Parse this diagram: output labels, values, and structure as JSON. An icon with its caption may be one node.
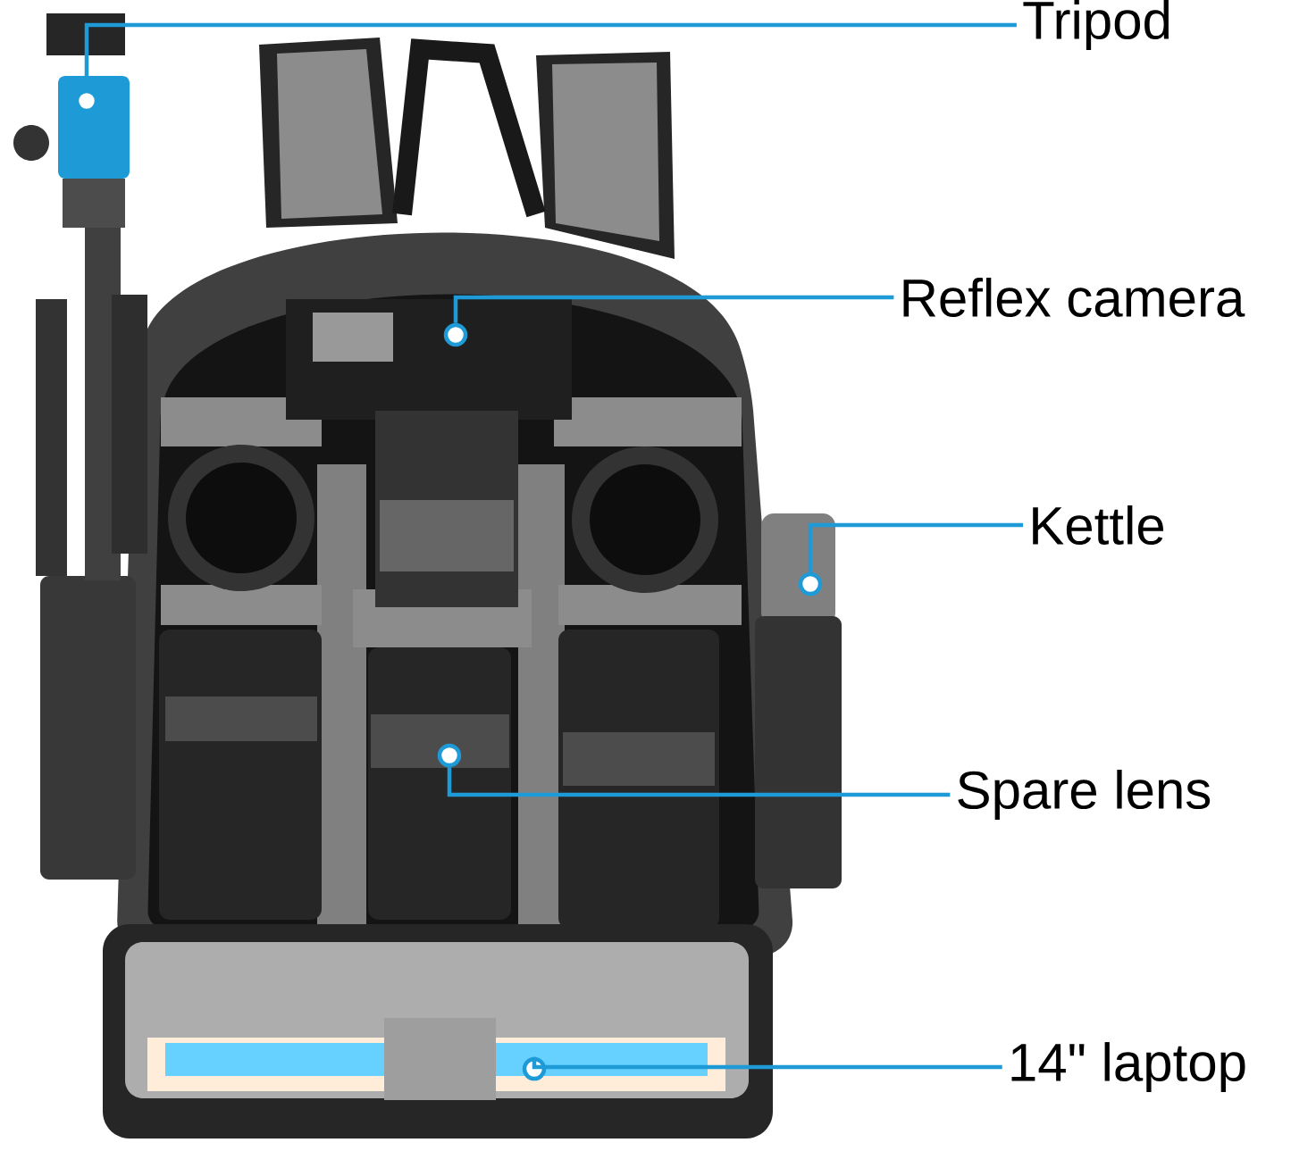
{
  "diagram": {
    "nodes": [
      {
        "text": [
          "Tripod"
        ]
      },
      {
        "text": [
          "Reflex camera"
        ]
      },
      {
        "text": [
          "Kettle"
        ]
      },
      {
        "text": [
          "Spare lens"
        ]
      },
      {
        "text": [
          "14\" laptop"
        ]
      },
      {
        "text": [],
        "shape": "circle"
      },
      {
        "text": [],
        "shape": "circle"
      },
      {
        "text": [],
        "shape": "circle"
      },
      {
        "text": [],
        "shape": "circle"
      },
      {
        "text": [],
        "shape": "circle"
      }
    ],
    "edges": [
      {
        "from": 0,
        "to": 5,
        "arrow": "none"
      },
      {
        "from": 1,
        "to": 6,
        "arrow": "none"
      },
      {
        "from": 2,
        "to": 7,
        "arrow": "none"
      },
      {
        "from": 3,
        "to": 8,
        "arrow": "none"
      },
      {
        "from": 4,
        "to": 9,
        "arrow": "none"
      }
    ]
  }
}
